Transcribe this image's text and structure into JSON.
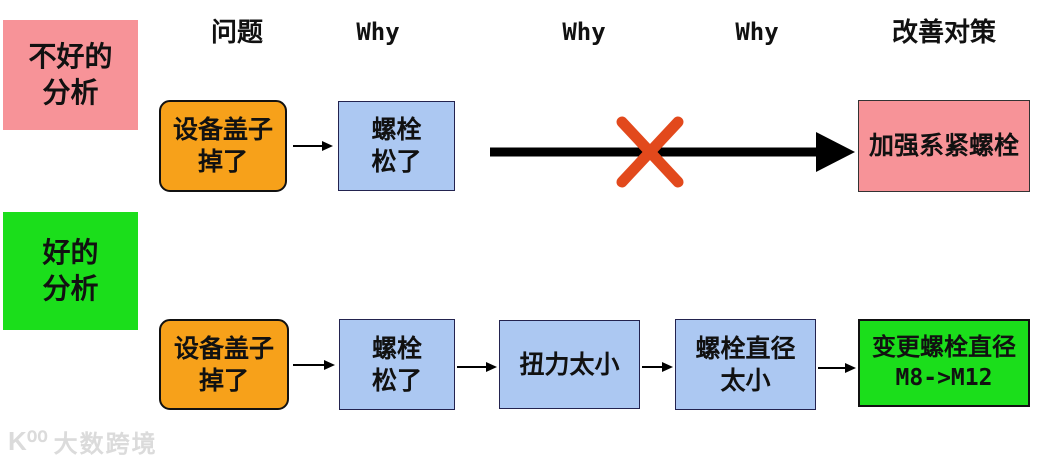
{
  "columns": {
    "problem": "问题",
    "why1": "Why",
    "why2": "Why",
    "why3": "Why",
    "countermeasure": "改善对策"
  },
  "bad_analysis": {
    "label_line1": "不好的",
    "label_line2": "分析",
    "problem_line1": "设备盖子",
    "problem_line2": "掉了",
    "why1_line1": "螺栓",
    "why1_line2": "松了",
    "countermeasure": "加强系紧螺栓"
  },
  "good_analysis": {
    "label_line1": "好的",
    "label_line2": "分析",
    "problem_line1": "设备盖子",
    "problem_line2": "掉了",
    "why1_line1": "螺栓",
    "why1_line2": "松了",
    "why2": "扭力太小",
    "why3_line1": "螺栓直径",
    "why3_line2": "太小",
    "countermeasure_line1": "变更螺栓直径",
    "countermeasure_line2": "M8->M12"
  },
  "watermark": {
    "logo": "K⁰⁰",
    "text": "大数跨境"
  },
  "colors": {
    "bad_label_pink": "#F79398",
    "good_label_green": "#1BDE1B",
    "problem_orange": "#F7A11A",
    "why_blue": "#ACC8F2",
    "cross_red": "#E2491C",
    "arrow_black": "#000000"
  }
}
